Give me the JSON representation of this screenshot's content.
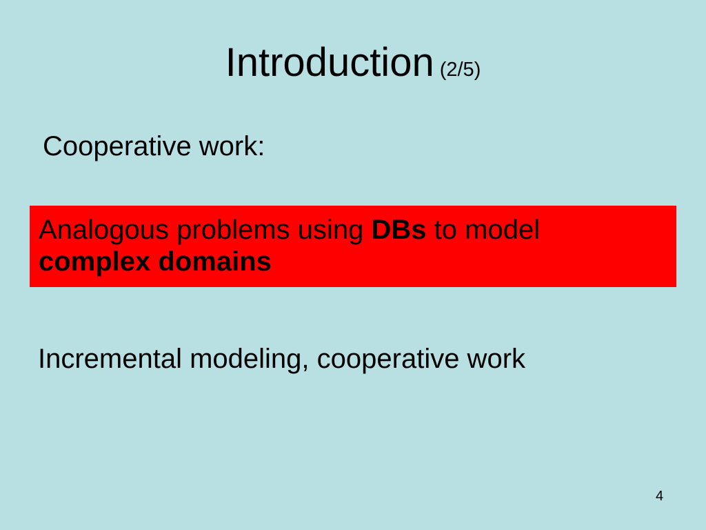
{
  "slide": {
    "title": "Introduction",
    "title_suffix": "(2/5)",
    "subtitle": "Cooperative work:",
    "highlight": {
      "line1_part1": "Analogous problems using ",
      "line1_bold": "DBs",
      "line1_part2": " to model",
      "line2_bold": "complex domains"
    },
    "body_text": "Incremental modeling, cooperative work",
    "page_number": "4"
  },
  "colors": {
    "background": "#b8e0e3",
    "highlight_background": "#ff0000",
    "text": "#000000"
  }
}
